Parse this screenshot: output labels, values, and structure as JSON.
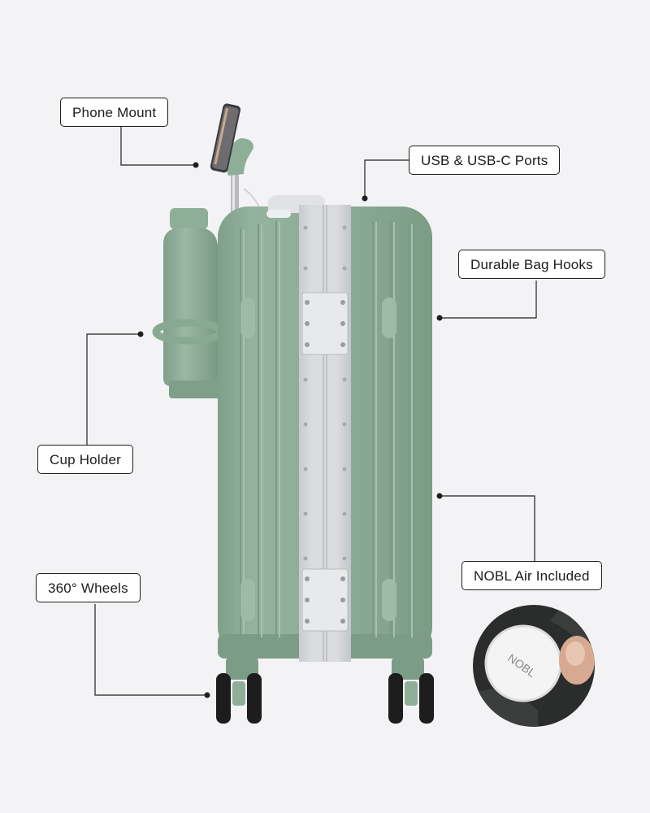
{
  "callouts": {
    "phone_mount": "Phone Mount",
    "usb_ports": "USB & USB-C Ports",
    "bag_hooks": "Durable Bag Hooks",
    "cup_holder": "Cup Holder",
    "wheels": "360° Wheels",
    "nobl_air": "NOBL Air Included"
  },
  "tag_brand": "NOBL",
  "colors": {
    "shell": "#8fae98",
    "shell_dark": "#7c9d86",
    "frame": "#d9dadc",
    "background": "#f3f3f5",
    "line": "#1f1f1f"
  }
}
